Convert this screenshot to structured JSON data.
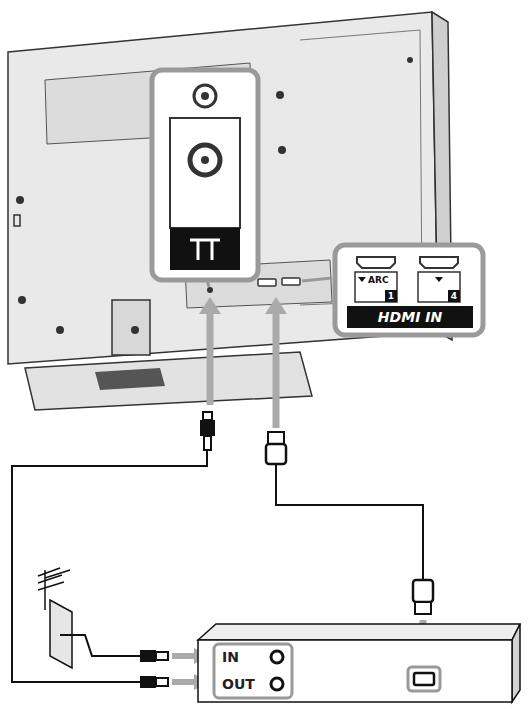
{
  "diagram": {
    "nodes": [
      {
        "text": [
          "HDMI IN"
        ]
      },
      {
        "text": [
          "IN",
          "OUT"
        ]
      }
    ],
    "labels": [
      "ARC",
      "1",
      "4"
    ]
  }
}
